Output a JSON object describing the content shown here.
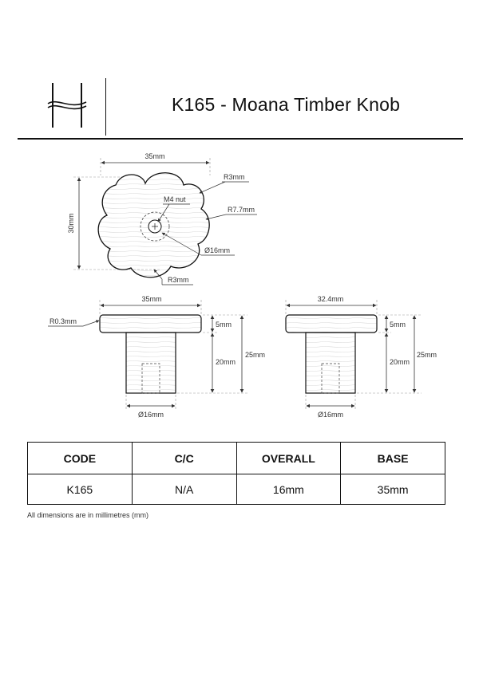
{
  "header": {
    "title": "K165 - Moana Timber Knob"
  },
  "drawing": {
    "top_view": {
      "width_label": "35mm",
      "height_label": "30mm",
      "r_petal_label": "R3mm",
      "r_outer_label": "R7.7mm",
      "nut_label": "M4 nut",
      "diameter_label": "Ø16mm",
      "r_bottom_label": "R3mm"
    },
    "side_view_left": {
      "width_label": "35mm",
      "edge_radius_label": "R0.3mm",
      "head_label": "5mm",
      "stem_label": "20mm",
      "overall_label": "25mm",
      "diameter_label": "Ø16mm"
    },
    "side_view_right": {
      "width_label": "32.4mm",
      "head_label": "5mm",
      "stem_label": "20mm",
      "overall_label": "25mm",
      "diameter_label": "Ø16mm"
    }
  },
  "spec_table": {
    "headers": [
      "CODE",
      "C/C",
      "OVERALL",
      "BASE"
    ],
    "row": [
      "K165",
      "N/A",
      "16mm",
      "35mm"
    ]
  },
  "footnote": "All dimensions are in millimetres (mm)"
}
